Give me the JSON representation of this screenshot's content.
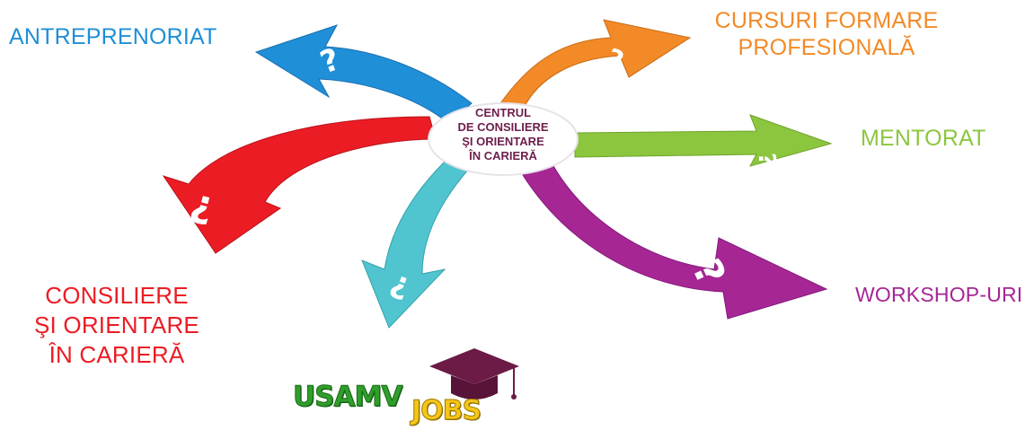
{
  "diagram": {
    "center": {
      "lines": [
        "CENTRUL",
        "DE CONSILIERE",
        "ŞI ORIENTARE",
        "ÎN CARIERĂ"
      ],
      "text_color": "#6d1f4d",
      "fill": "#ffffff"
    },
    "branches": [
      {
        "id": "antreprenoriat",
        "lines": [
          "ANTREPRENORIAT"
        ],
        "color": "#1f8fd8"
      },
      {
        "id": "cursuri",
        "lines": [
          "CURSURI FORMARE",
          "PROFESIONALĂ"
        ],
        "color": "#f28a27"
      },
      {
        "id": "mentorat",
        "lines": [
          "MENTORAT"
        ],
        "color": "#8cc63f"
      },
      {
        "id": "workshop",
        "lines": [
          "WORKSHOP-URI"
        ],
        "color": "#a62694"
      },
      {
        "id": "consiliere",
        "lines": [
          "CONSILIERE",
          "ŞI ORIENTARE",
          "ÎN CARIERĂ"
        ],
        "color": "#ec1c24"
      },
      {
        "id": "teal",
        "lines": [],
        "color": "#50c5cf"
      }
    ],
    "arrow_glyph": "?",
    "logo": {
      "usamv": "USAMV",
      "jobs": "JOBS",
      "usamv_color": "#2f9e2b",
      "jobs_color": "#f5c518",
      "cap_color": "#6b1b46"
    }
  }
}
